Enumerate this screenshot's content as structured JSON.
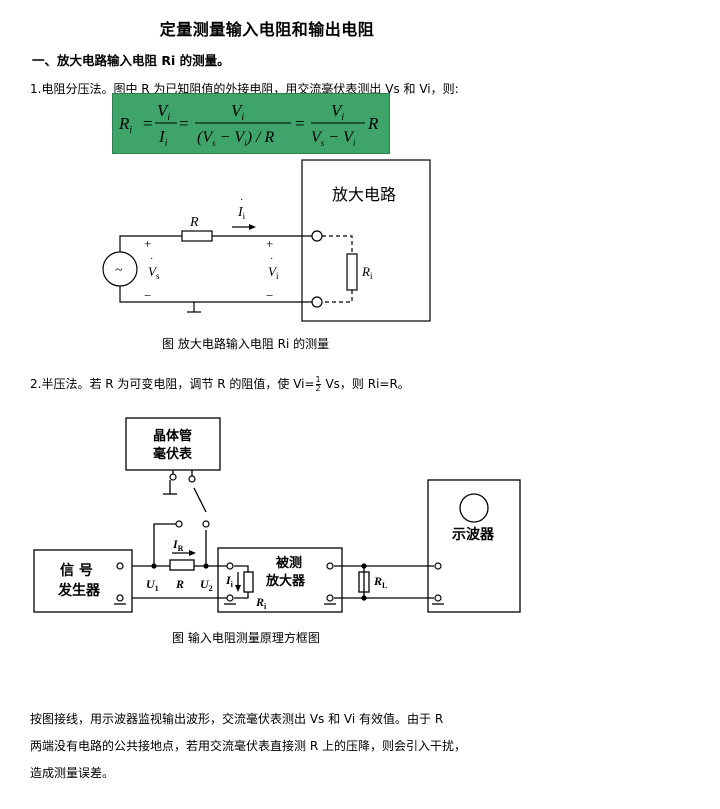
{
  "title": "定量测量输入电阻和输出电阻",
  "section1": {
    "heading": "一、放大电路输入电阻 Ri 的测量。"
  },
  "method1": {
    "text": "1.电阻分压法。图中 R 为已知阻值的外接电阻，用交流毫伏表测出 Vs 和 Vi，则:"
  },
  "formula": {
    "lhs": "R",
    "lhs_sub": "i",
    "t1_num": "V",
    "t1_num_sub": "i",
    "t1_den": "I",
    "t1_den_sub": "i",
    "t2_num": "V",
    "t2_num_sub": "i",
    "t2_den": "(V",
    "t2_den_s": "s",
    "t2_den_mid": " − V",
    "t2_den_i": "i",
    "t2_den_end": ") / R",
    "t3_num": "V",
    "t3_num_sub": "i",
    "t3_den_a": "V",
    "t3_den_s": "s",
    "t3_den_mid": " − V",
    "t3_den_i": "i",
    "t3_tail": "R"
  },
  "fig1": {
    "amp_label": "放大电路",
    "r_label": "R",
    "ii_label": "I",
    "ii_sub": "i",
    "plus": "+",
    "minus": "−",
    "vs_label": "V",
    "vs_sub": "s",
    "vi_label": "V",
    "vi_sub": "i",
    "ri_label": "R",
    "ri_sub": "i",
    "source_symbol": "~",
    "caption": "图    放大电路输入电阻 Ri 的测量"
  },
  "method2": {
    "text_a": "2.半压法。若 R 为可变电阻，调节 R 的阻值，使 Vi=",
    "frac_num": "1",
    "frac_den": "2",
    "text_b": " Vs，则 Ri=R。"
  },
  "fig2": {
    "meter_line1": "晶体管",
    "meter_line2": "毫伏表",
    "gen_line1": "信 号",
    "gen_line2": "发生器",
    "amp_line1": "被测",
    "amp_line2": "放大器",
    "scope_label": "示波器",
    "ir_label": "I",
    "ir_sub": "R",
    "u1_label": "U",
    "u1_sub": "1",
    "r_label": "R",
    "u2_label": "U",
    "u2_sub": "2",
    "ii_label": "I",
    "ii_sub": "i",
    "ri_label": "R",
    "ri_sub": "i",
    "rl_label": "R",
    "rl_sub": "L",
    "caption": "图   输入电阻测量原理方框图"
  },
  "paragraph": {
    "line1": "按图接线，用示波器监视输出波形，交流毫伏表测出 Vs 和 Vi 有效值。由于 R",
    "line2": "两端没有电路的公共接地点，若用交流毫伏表直接测 R 上的压降，则会引入干扰，",
    "line3": "造成测量误差。"
  },
  "colors": {
    "formula_bg": "#3fa46a"
  }
}
